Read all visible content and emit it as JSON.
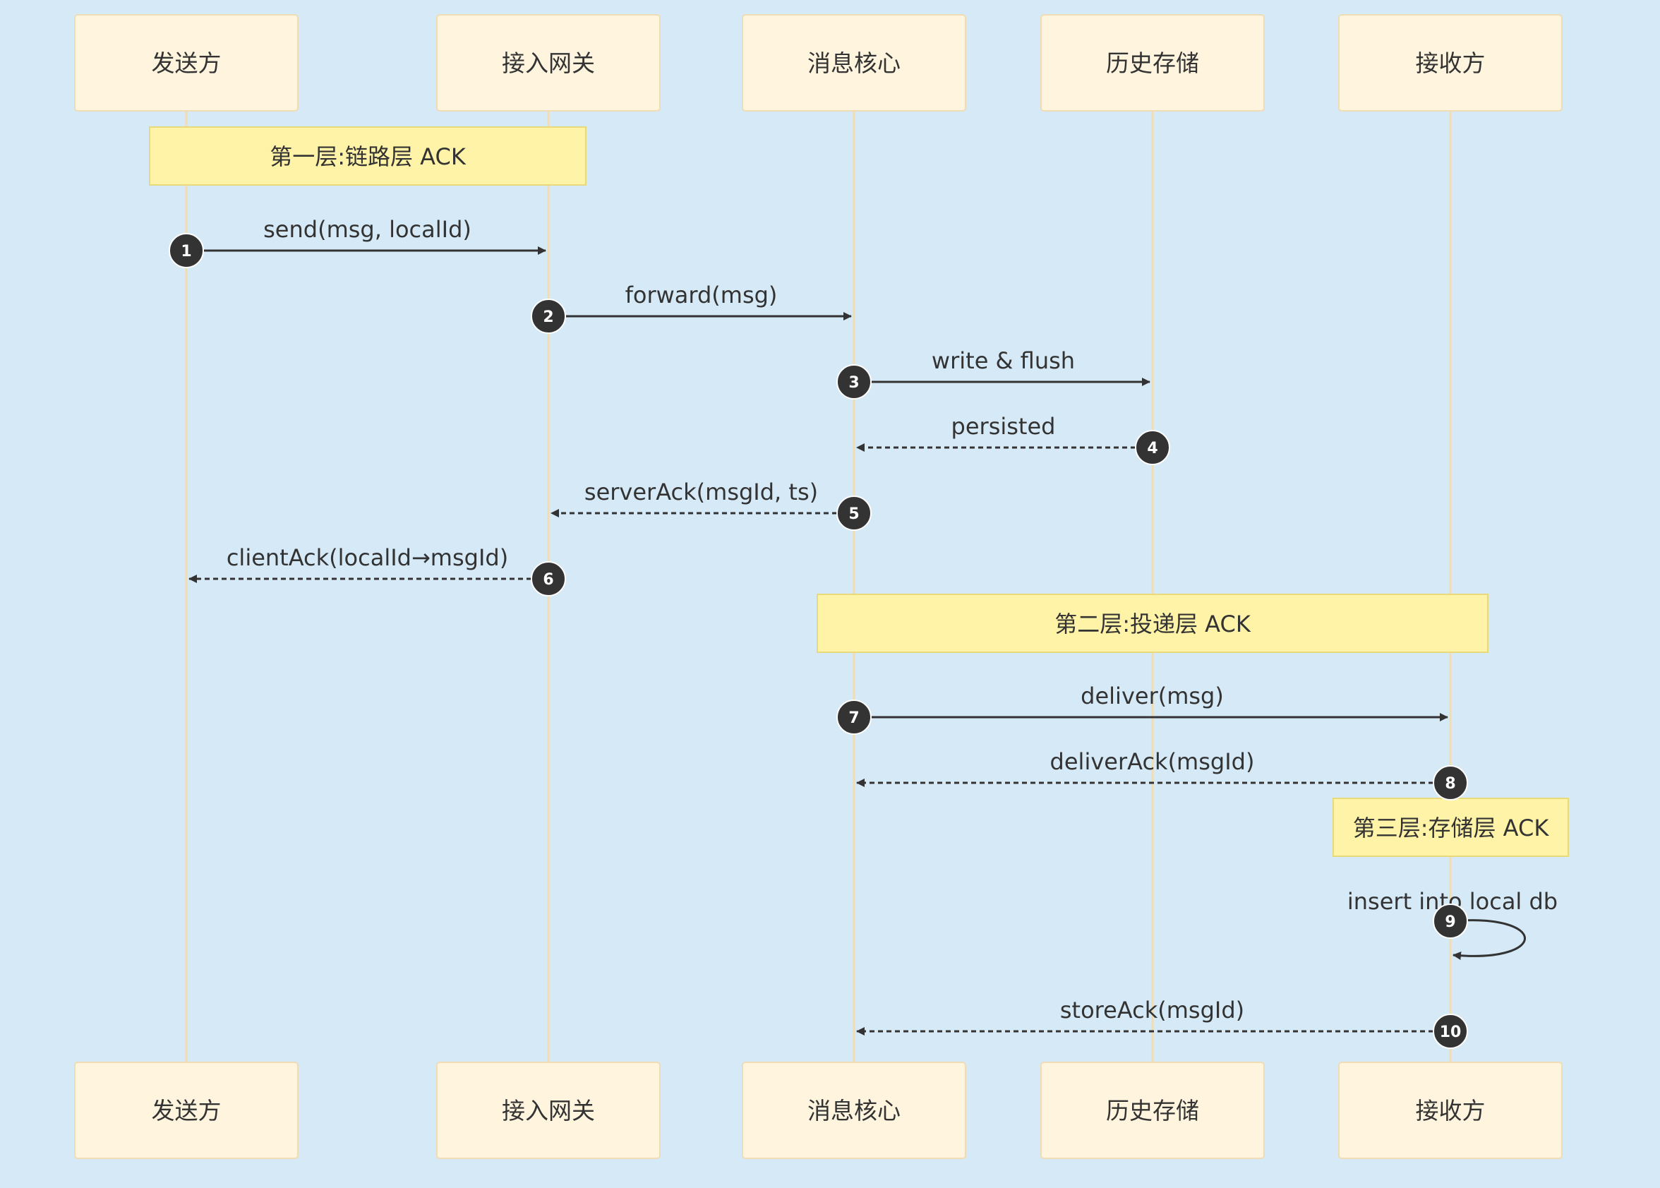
{
  "participants": [
    {
      "id": "sender",
      "label": "发送方"
    },
    {
      "id": "gateway",
      "label": "接入网关"
    },
    {
      "id": "core",
      "label": "消息核心"
    },
    {
      "id": "history",
      "label": "历史存储"
    },
    {
      "id": "receiver",
      "label": "接收方"
    }
  ],
  "notes": [
    {
      "label": "第一层:链路层 ACK",
      "from": "sender",
      "to": "gateway"
    },
    {
      "label": "第二层:投递层 ACK",
      "from": "core",
      "to": "receiver"
    },
    {
      "label": "第三层:存储层 ACK",
      "from": "receiver",
      "to": "receiver"
    }
  ],
  "messages": [
    {
      "num": "1",
      "label": "send(msg, localId)",
      "from": "sender",
      "to": "gateway",
      "style": "solid"
    },
    {
      "num": "2",
      "label": "forward(msg)",
      "from": "gateway",
      "to": "core",
      "style": "solid"
    },
    {
      "num": "3",
      "label": "write & flush",
      "from": "core",
      "to": "history",
      "style": "solid"
    },
    {
      "num": "4",
      "label": "persisted",
      "from": "history",
      "to": "core",
      "style": "dashed"
    },
    {
      "num": "5",
      "label": "serverAck(msgId, ts)",
      "from": "core",
      "to": "gateway",
      "style": "dashed"
    },
    {
      "num": "6",
      "label": "clientAck(localId→msgId)",
      "from": "gateway",
      "to": "sender",
      "style": "dashed"
    },
    {
      "num": "7",
      "label": "deliver(msg)",
      "from": "core",
      "to": "receiver",
      "style": "solid"
    },
    {
      "num": "8",
      "label": "deliverAck(msgId)",
      "from": "receiver",
      "to": "core",
      "style": "dashed"
    },
    {
      "num": "9",
      "label": "insert into local db",
      "from": "receiver",
      "to": "receiver",
      "style": "solid"
    },
    {
      "num": "10",
      "label": "storeAck(msgId)",
      "from": "receiver",
      "to": "core",
      "style": "dashed"
    }
  ],
  "colors": {
    "background": "#d6e9f6",
    "actor_fill": "#fff4dd",
    "actor_stroke": "#f0dcb4",
    "lifeline": "#f2ddb0",
    "note_fill": "#fff3a8",
    "note_stroke": "#e8d97a",
    "line": "#333333",
    "badge": "#333333",
    "badge_text": "#ffffff",
    "text": "#333333"
  }
}
